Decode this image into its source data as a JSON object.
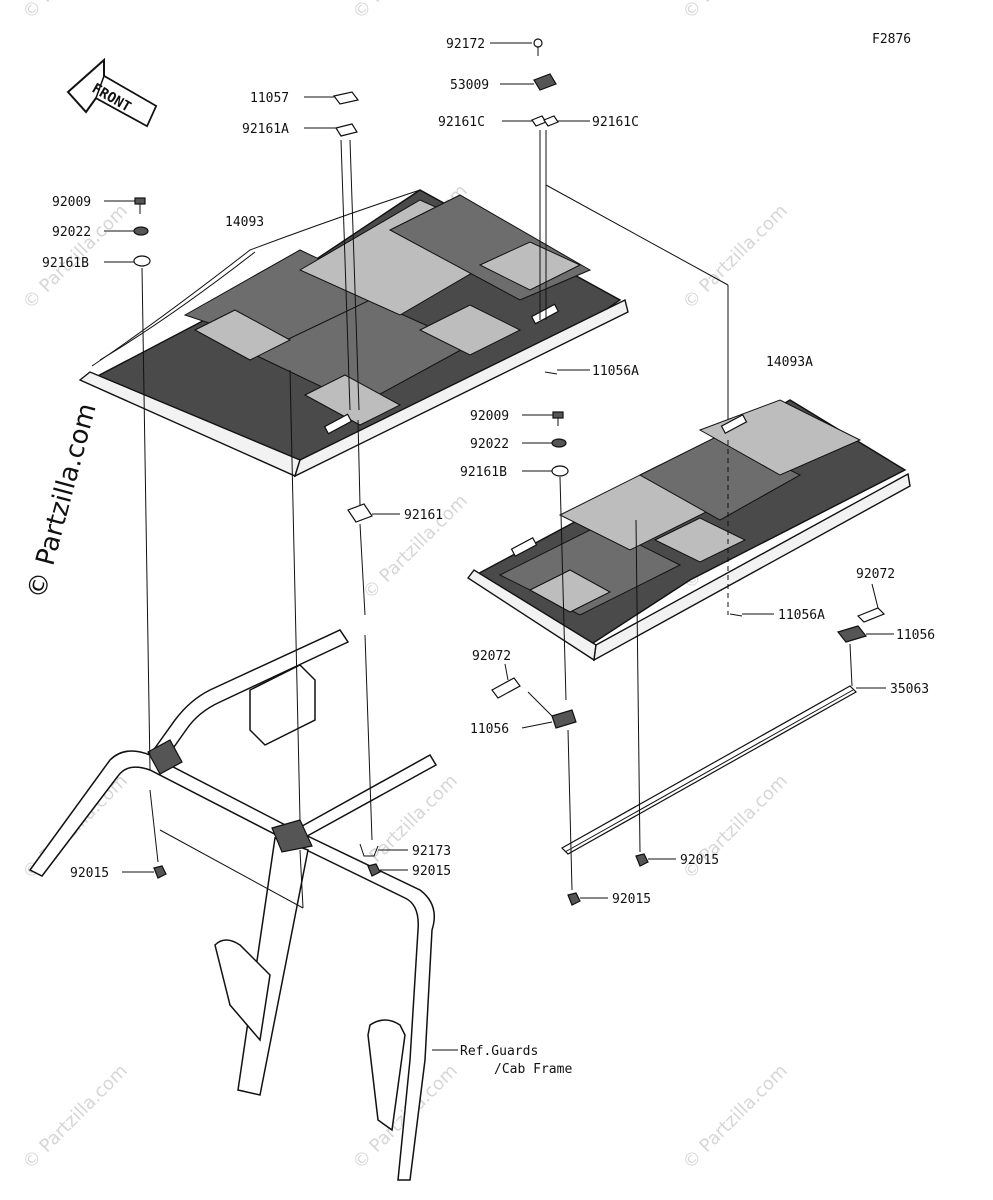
{
  "figure_code": "F2876",
  "front_arrow": {
    "text": "FRONT",
    "icon": "front-arrow-icon"
  },
  "watermark": {
    "brand": "© Partzilla.com",
    "repeat": "© Partzilla.com"
  },
  "reference_note": {
    "line1": "Ref.Guards",
    "line2": "/Cab Frame"
  },
  "callouts": {
    "c92172": "92172",
    "c53009": "53009",
    "c92161C_left": "92161C",
    "c92161C_right": "92161C",
    "c11057": "11057",
    "c92161A": "92161A",
    "c92009_left": "92009",
    "c92022_left": "92022",
    "c92161B_left": "92161B",
    "c14093": "14093",
    "c11056A_top": "11056A",
    "c14093A": "14093A",
    "c92009_right": "92009",
    "c92022_right": "92022",
    "c92161B_right": "92161B",
    "c92161": "92161",
    "c92072_right": "92072",
    "c11056A_right": "11056A",
    "c11056_right": "11056",
    "c92072_left": "92072",
    "c35063": "35063",
    "c11056_left": "11056",
    "c92173": "92173",
    "c92015_mid": "92015",
    "c92015_left": "92015",
    "c92015_right": "92015",
    "c92015_bottom": "92015"
  }
}
